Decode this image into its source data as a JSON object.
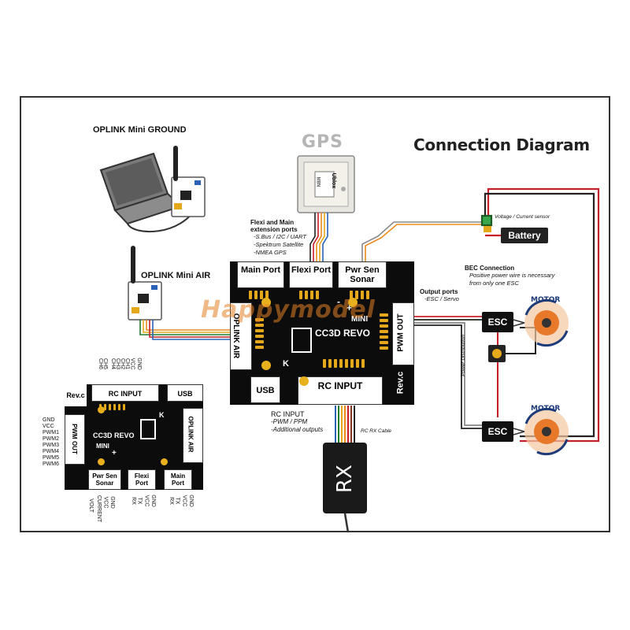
{
  "diagram": {
    "title": "Connection Diagram",
    "gps": {
      "label": "GPS",
      "chip_text": "Ublox",
      "chip_code": "M8N"
    },
    "oplink_ground": {
      "label": "OPLINK Mini GROUND"
    },
    "oplink_air": {
      "label": "OPLINK Mini AIR"
    },
    "flexi_main_note": {
      "title_line1": "Flexi and Main",
      "title_line2": "extension ports",
      "items": [
        "-S.Bus / I2C / UART",
        "-Spektrum Satellite",
        "-NMEA GPS"
      ]
    },
    "main_board": {
      "name": "CC3D REVO",
      "mini": "MINI",
      "ports": {
        "main": "Main Port",
        "flexi": "Flexi Port",
        "pwr_sen": "Pwr Sen Sonar",
        "oplink_air": "OPLINK AIR",
        "pwm_out": "PWM OUT",
        "usb": "USB",
        "rc_input": "RC INPUT",
        "rev": "Rev.c"
      },
      "k_marker": "K",
      "plus_marker": "+",
      "minus_marker": "-"
    },
    "output_ports_note": {
      "title": "Output ports",
      "item": "-ESC / Servo"
    },
    "bec_note": {
      "title": "BEC Connection",
      "line1": "Positive power wire is necessary",
      "line2": "from only one ESC"
    },
    "voltage_sensor_note": "Voltage / Current sensor",
    "battery": "Battery",
    "esc_top": "ESC",
    "esc_bottom": "ESC",
    "motor_top": "MOTOR",
    "motor_bottom": "MOTOR",
    "power_distribution": "Power Distribution",
    "rc_input_note": {
      "title": "RC INPUT",
      "items": [
        "-PWM / PPM",
        "-Additional outputs"
      ]
    },
    "rc_rx_cable": "RC RX Cable",
    "rx": "RX",
    "watermark": "Happymodel",
    "pinout_board": {
      "name": "CC3D REVO",
      "mini": "MINI",
      "k_marker": "K",
      "plus_marker": "+",
      "ports": {
        "rc_input": "RC INPUT",
        "usb": "USB",
        "rev": "Rev.c",
        "pwm_out": "PWM OUT",
        "oplink_air": "OPLINK AIR",
        "pwr_sen": "Pwr Sen Sonar",
        "flexi": "Flexi Port",
        "main": "Main Port"
      },
      "rc_pins": [
        "CH6",
        "CH5",
        "CH4",
        "CH3",
        "CH2",
        "CH1",
        "VCC",
        "GND"
      ],
      "pwm_pins": [
        "GND",
        "VCC",
        "PWM1",
        "PWM2",
        "PWM3",
        "PWM4",
        "PWM5",
        "PWM6"
      ],
      "pwr_pins": [
        "VOLT",
        "CURRENT",
        "VCC",
        "GND"
      ],
      "flexi_pins": [
        "RX",
        "TX",
        "VCC",
        "GND"
      ],
      "main_pins": [
        "RX",
        "TX",
        "VCC",
        "GND"
      ]
    }
  },
  "colors": {
    "board": "#0c0c0c",
    "pin_gold": "#e4a81a",
    "wire_red": "#c8202a",
    "wire_orange": "#e88a1e",
    "motor_blue": "#1e3b7a",
    "motor_orange": "#e8782a"
  }
}
